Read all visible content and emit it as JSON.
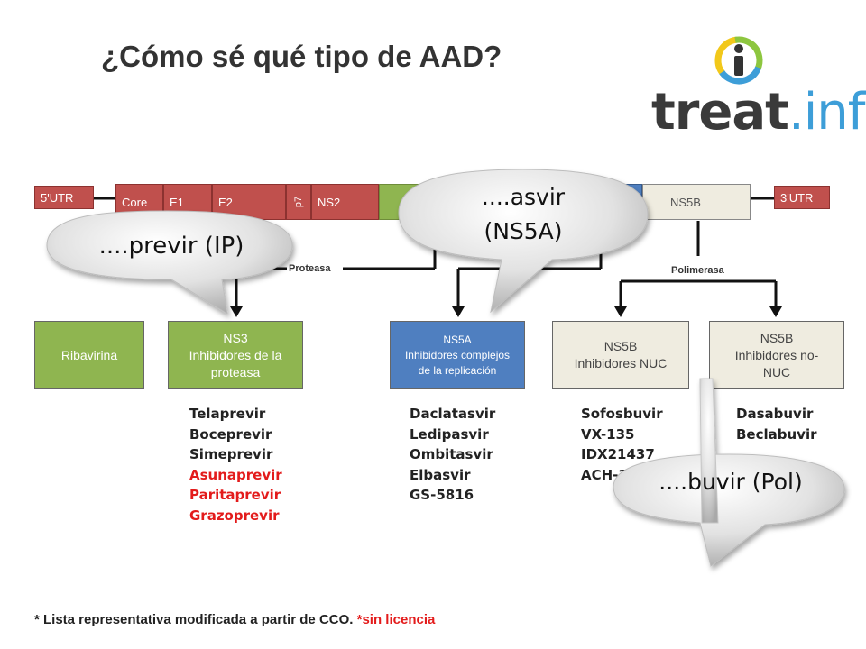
{
  "title": "¿Cómo sé qué tipo de AAD?",
  "logo": {
    "treat": "treat",
    "info": ".info",
    "ring_colors": [
      "#f2c81a",
      "#8dc63f",
      "#3d9ed8"
    ]
  },
  "genome": {
    "segments": [
      {
        "id": "utr5",
        "label": "5'UTR"
      },
      {
        "id": "core",
        "label": "Core"
      },
      {
        "id": "e1",
        "label": "E1"
      },
      {
        "id": "e2",
        "label": "E2"
      },
      {
        "id": "p7",
        "label": "p7"
      },
      {
        "id": "ns2",
        "label": "NS2"
      },
      {
        "id": "ns5b",
        "label": "NS5B"
      },
      {
        "id": "utr3",
        "label": "3'UTR"
      }
    ],
    "protease_label": "Proteasa",
    "polymerase_label": "Polimerasa"
  },
  "classes": {
    "ribavirin": {
      "line1": "Ribavirina"
    },
    "ns3": {
      "line1": "NS3",
      "line2": "Inhibidores de la",
      "line3": "proteasa"
    },
    "ns5a": {
      "line1": "NS5A",
      "line2": "Inhibidores complejos",
      "line3": "de la replicación"
    },
    "ns5b_nuc": {
      "line1": "NS5B",
      "line2": "Inhibidores NUC"
    },
    "ns5b_nonnuc": {
      "line1": "NS5B",
      "line2": "Inhibidores no-",
      "line3": "NUC"
    }
  },
  "drugs": {
    "protease": [
      "Telaprevir",
      "Boceprevir",
      "Simeprevir"
    ],
    "protease_unlicensed": [
      "Asunaprevir",
      "Paritaprevir",
      "Grazoprevir"
    ],
    "ns5a": [
      "Daclatasvir",
      "Ledipasvir",
      "Ombitasvir",
      "Elbasvir",
      "GS-5816"
    ],
    "nuc": [
      "Sofosbuvir",
      "VX-135",
      "IDX21437",
      "ACH-3422"
    ],
    "nonnuc": [
      "Dasabuvir",
      "Beclabuvir"
    ]
  },
  "callouts": {
    "ip": "....previr (IP)",
    "ns5a_line1": "....asvir",
    "ns5a_line2": "(NS5A)",
    "pol": "....buvir (Pol)"
  },
  "footnote": {
    "main": "* Lista representativa modificada a partir de CCO.",
    "warning": "*sin licencia"
  }
}
